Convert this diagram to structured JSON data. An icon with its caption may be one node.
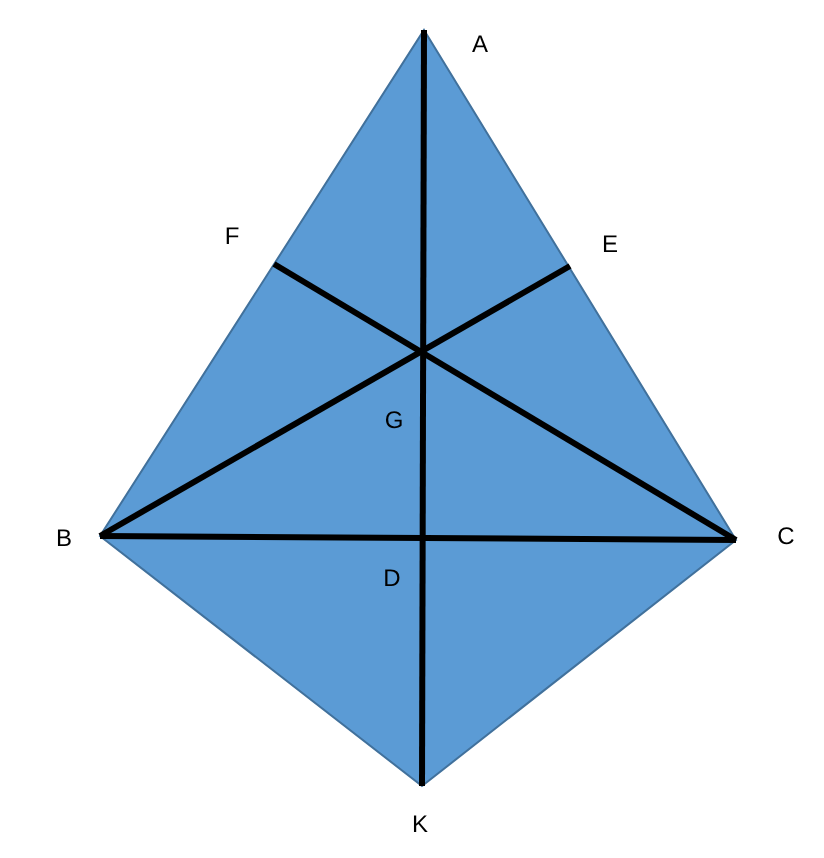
{
  "diagram": {
    "labels": [
      "A",
      "F",
      "E",
      "G",
      "B",
      "D",
      "C",
      "K"
    ]
  }
}
